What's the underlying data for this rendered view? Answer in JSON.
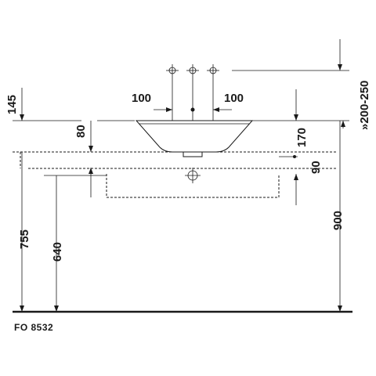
{
  "drawing": {
    "product_code": "FO 8532",
    "dimensions": {
      "d145": "145",
      "d80": "80",
      "d100_left": "100",
      "d100_right": "100",
      "d170": "170",
      "d200_250": "»200-250",
      "d90": "90",
      "d755": "755",
      "d640": "640",
      "d900": "900"
    }
  }
}
